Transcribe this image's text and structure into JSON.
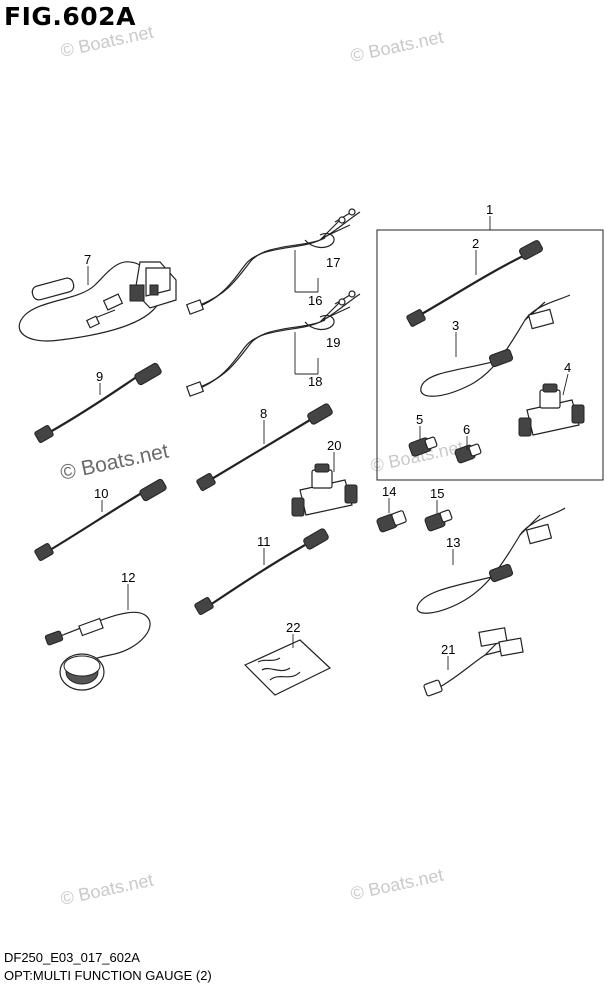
{
  "figure": {
    "title": "FIG.602A",
    "code": "DF250_E03_017_602A",
    "description": "OPT:MULTI FUNCTION GAUGE (2)"
  },
  "watermarks": {
    "light": "© Boats.net",
    "dark": "© Boats.net"
  },
  "callouts": [
    "1",
    "2",
    "3",
    "4",
    "5",
    "6",
    "7",
    "8",
    "9",
    "10",
    "11",
    "12",
    "13",
    "14",
    "15",
    "16",
    "17",
    "18",
    "19",
    "20",
    "21",
    "22"
  ]
}
